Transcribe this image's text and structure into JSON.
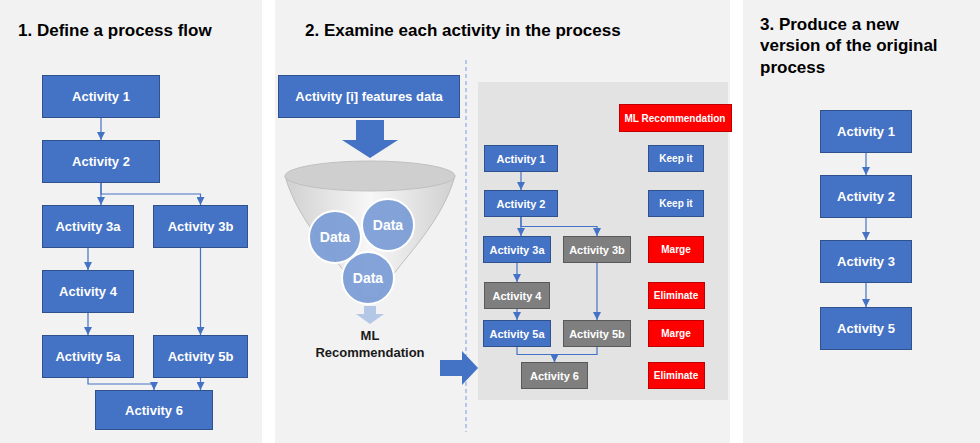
{
  "diagram": {
    "nodes": [
      {
        "text": [
          "1. Define a process flow"
        ]
      },
      {
        "text": [
          "Activity 1"
        ],
        "in": 0
      },
      {
        "text": [
          "Activity 2"
        ],
        "in": 0
      },
      {
        "text": [
          "Activity 3a"
        ],
        "in": 0
      },
      {
        "text": [
          "Activity 3b"
        ],
        "in": 0
      },
      {
        "text": [
          "Activity 4"
        ],
        "in": 0
      },
      {
        "text": [
          "Activity 5a"
        ],
        "in": 0
      },
      {
        "text": [
          "Activity 5b"
        ],
        "in": 0
      },
      {
        "text": [
          "Activity 6"
        ],
        "in": 0
      },
      {
        "text": [
          "2. Examine each activity in the process"
        ]
      },
      {
        "text": [
          "Activity [i] features data"
        ],
        "in": 9
      },
      {
        "text": [
          "Data"
        ],
        "in": 9
      },
      {
        "text": [
          "Data"
        ],
        "in": 9
      },
      {
        "text": [
          "Data"
        ],
        "in": 9
      },
      {
        "text": [
          "Activity 1"
        ],
        "in": 9
      },
      {
        "text": [
          "Activity 2"
        ],
        "in": 9
      },
      {
        "text": [
          "Activity 3a"
        ],
        "in": 9
      },
      {
        "text": [
          "Activity 3b"
        ],
        "in": 9
      },
      {
        "text": [
          "Activity 4"
        ],
        "in": 9
      },
      {
        "text": [
          "Activity 5a"
        ],
        "in": 9
      },
      {
        "text": [
          "Activity 5b"
        ],
        "in": 9
      },
      {
        "text": [
          "Activity 6"
        ],
        "in": 9
      },
      {
        "text": [
          "ML Recommendation"
        ],
        "in": 9
      },
      {
        "text": [
          "Keep it"
        ],
        "in": 9
      },
      {
        "text": [
          "Keep it"
        ],
        "in": 9
      },
      {
        "text": [
          "Marge"
        ],
        "in": 9
      },
      {
        "text": [
          "Eliminate"
        ],
        "in": 9
      },
      {
        "text": [
          "Marge"
        ],
        "in": 9
      },
      {
        "text": [
          "Eliminate"
        ],
        "in": 9
      },
      {
        "text": [
          "3. Produce a new version of the original process"
        ]
      },
      {
        "text": [
          "Activity 1"
        ],
        "in": 29
      },
      {
        "text": [
          "Activity 2"
        ],
        "in": 29
      },
      {
        "text": [
          "Activity 3"
        ],
        "in": 29
      },
      {
        "text": [
          "Activity 5"
        ],
        "in": 29
      }
    ],
    "edges": [
      {
        "from": 1,
        "to": 2,
        "arrow": "to"
      },
      {
        "from": 2,
        "to": 3,
        "arrow": "to"
      },
      {
        "from": 2,
        "to": 4,
        "arrow": "to"
      },
      {
        "from": 3,
        "to": 5,
        "arrow": "to"
      },
      {
        "from": 5,
        "to": 6,
        "arrow": "to"
      },
      {
        "from": 4,
        "to": 7,
        "arrow": "to"
      },
      {
        "from": 6,
        "to": 8,
        "arrow": "to"
      },
      {
        "from": 7,
        "to": 8,
        "arrow": "to"
      },
      {
        "from": 14,
        "to": 15,
        "arrow": "to"
      },
      {
        "from": 15,
        "to": 16,
        "arrow": "to"
      },
      {
        "from": 15,
        "to": 17,
        "arrow": "to"
      },
      {
        "from": 16,
        "to": 18,
        "arrow": "to"
      },
      {
        "from": 18,
        "to": 19,
        "arrow": "to"
      },
      {
        "from": 17,
        "to": 20,
        "arrow": "to"
      },
      {
        "from": 19,
        "to": 21,
        "arrow": "to"
      },
      {
        "from": 20,
        "to": 21,
        "arrow": "to"
      },
      {
        "from": 30,
        "to": 31,
        "arrow": "to"
      },
      {
        "from": 31,
        "to": 32,
        "arrow": "to"
      },
      {
        "from": 32,
        "to": 33,
        "arrow": "to"
      }
    ],
    "labels": [
      "ML Recommendation"
    ]
  }
}
